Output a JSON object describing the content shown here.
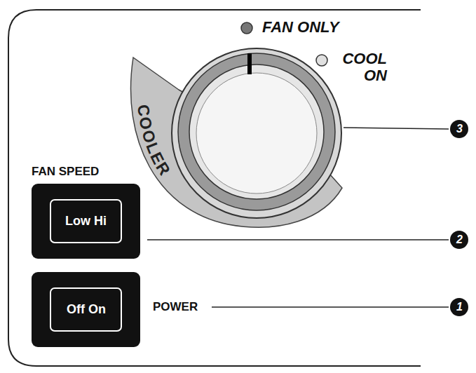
{
  "diagram": {
    "nodes": [
      {
        "text": [
          "FAN SPEED",
          "Low Hi"
        ]
      },
      {
        "text": [
          "Off On"
        ]
      }
    ],
    "labels": [
      "FAN ONLY",
      "COOL ON",
      "3",
      "COOLER",
      "2",
      "POWER",
      "1"
    ]
  }
}
